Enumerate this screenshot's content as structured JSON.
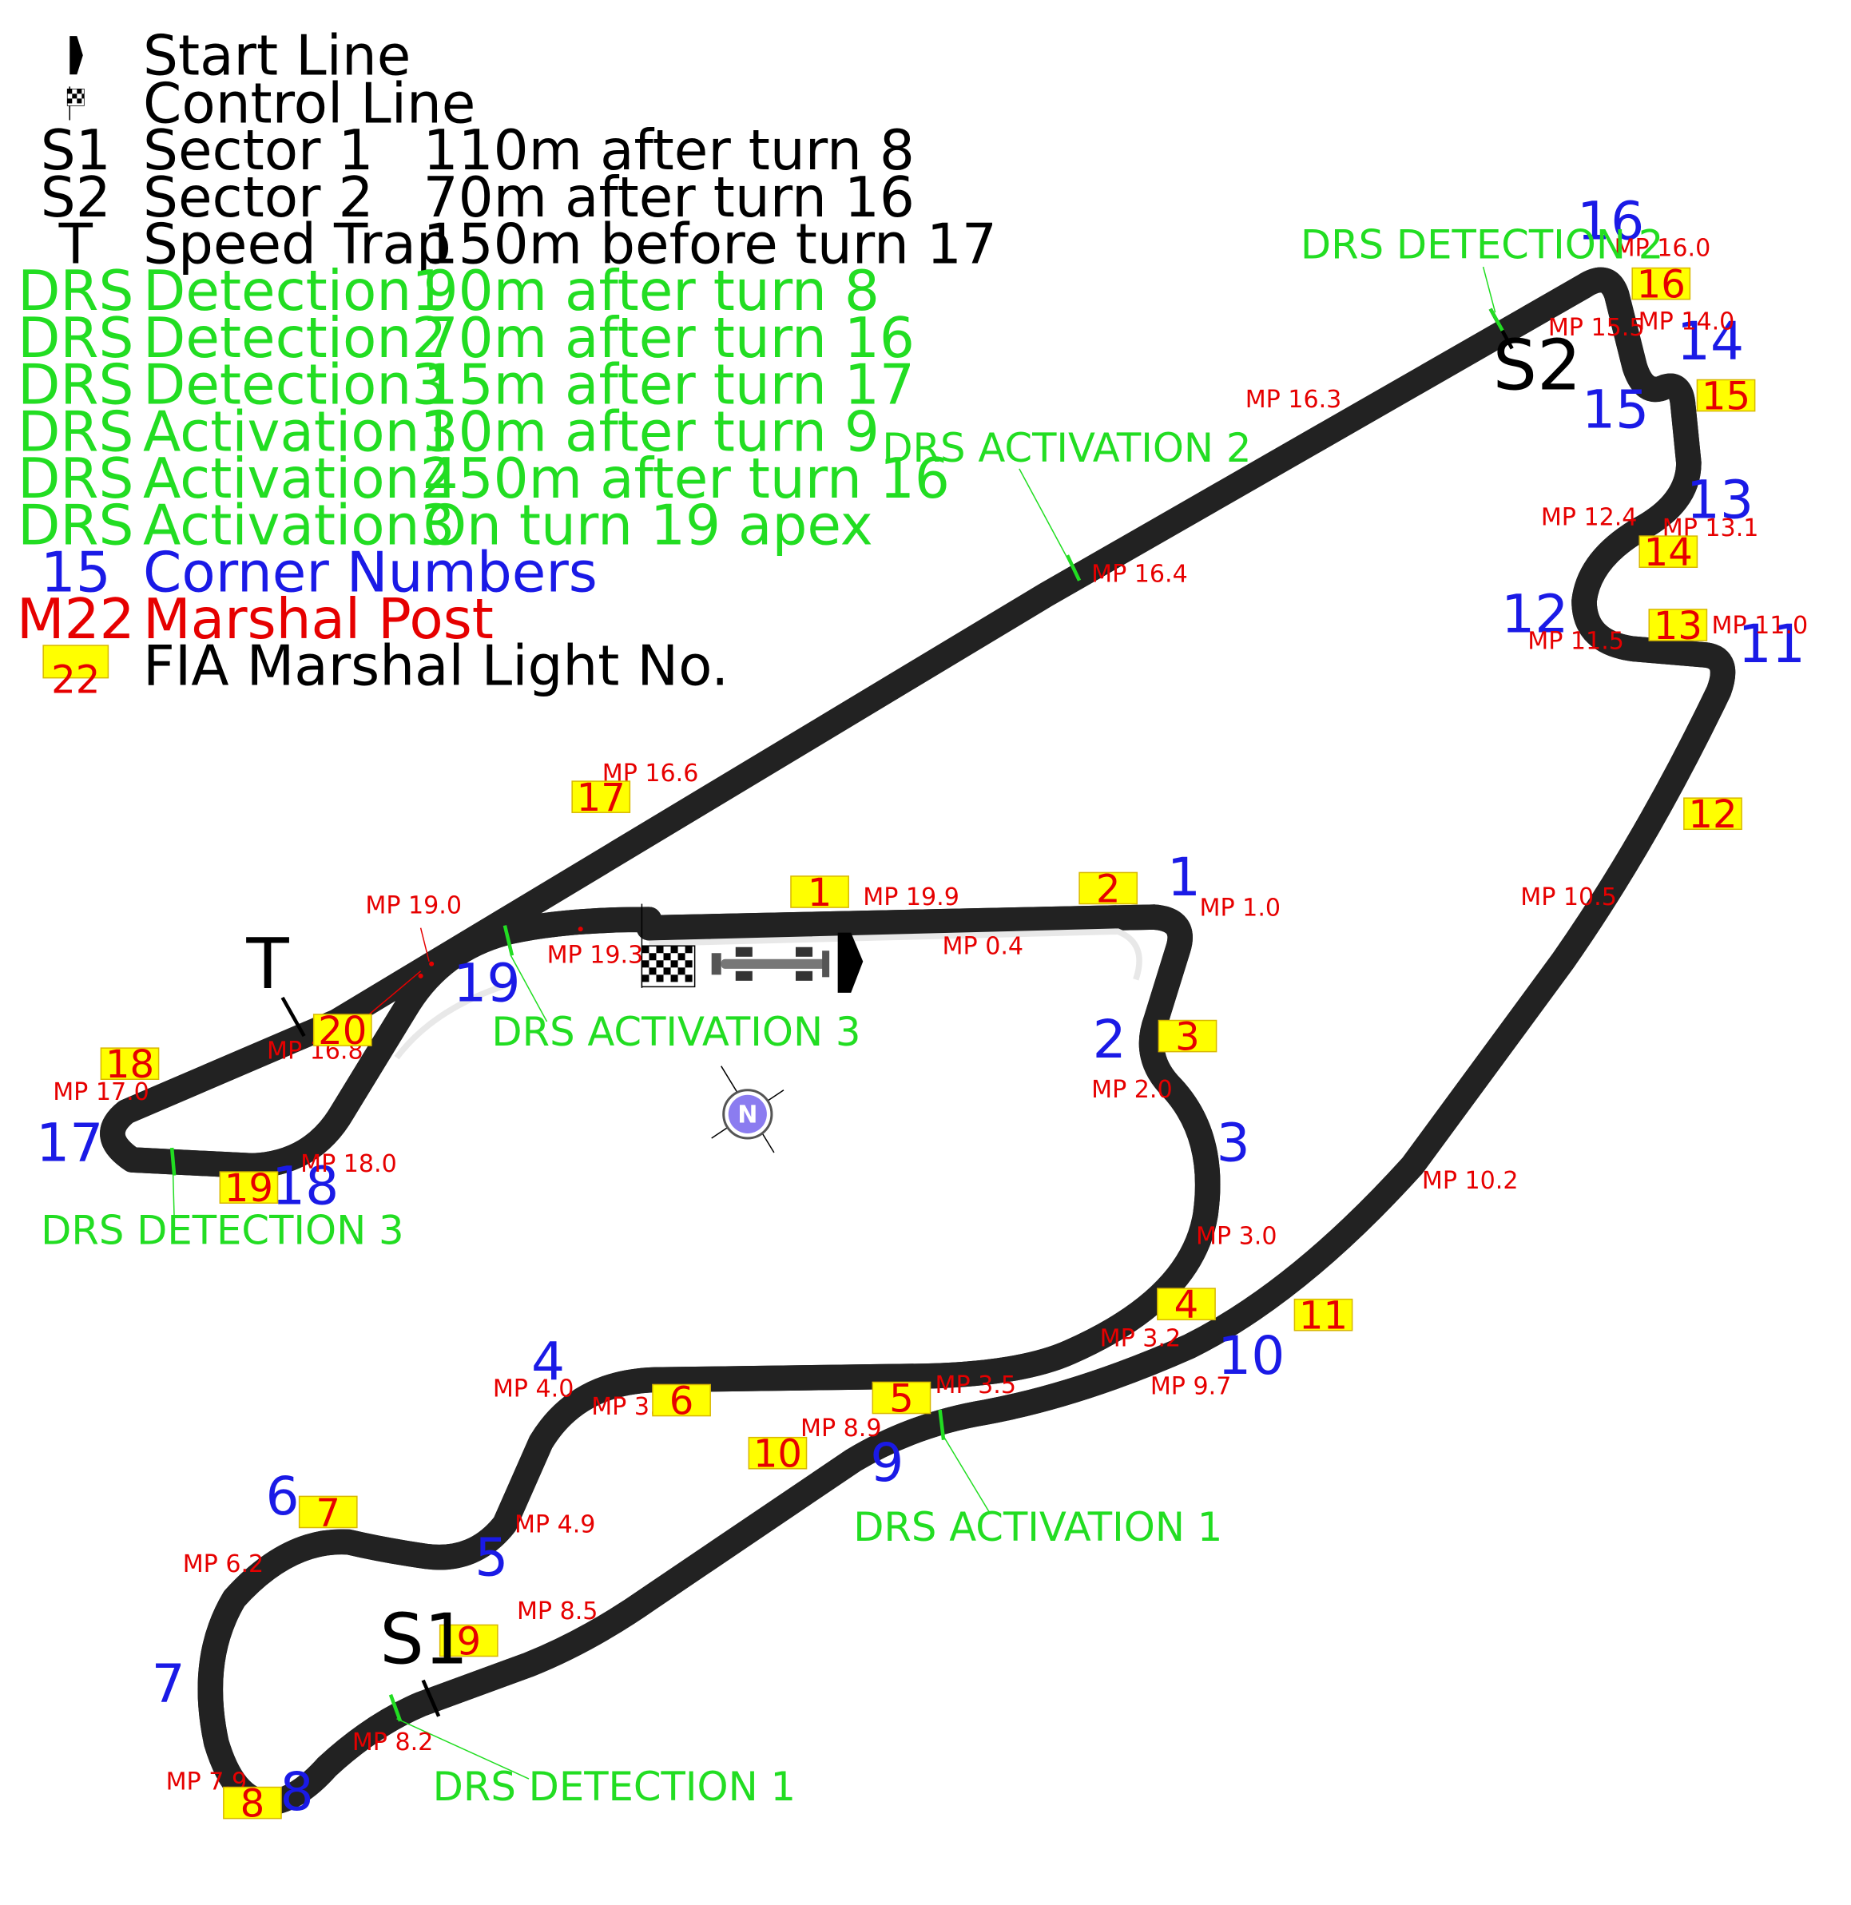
{
  "colors": {
    "legend_text": "#000000",
    "drs": "#22dd22",
    "corner": "#1a1ae6",
    "marshal_post": "#e60000",
    "light_fill": "#ffff00",
    "track_fill": "#d7d7d7",
    "track_edge": "#222222"
  },
  "legend": [
    {
      "key": "",
      "key_icon": "start-line-icon",
      "label": "Start Line",
      "detail": "",
      "color": "#000000"
    },
    {
      "key": "",
      "key_icon": "control-line-icon",
      "label": "Control Line",
      "detail": "",
      "color": "#000000"
    },
    {
      "key": "S1",
      "label": "Sector 1",
      "detail": "110m after turn  8",
      "color": "#000000"
    },
    {
      "key": "S2",
      "label": "Sector 2",
      "detail": "70m after turn 16",
      "color": "#000000"
    },
    {
      "key": "T",
      "label": "Speed Trap",
      "detail": "150m before turn 17",
      "color": "#000000"
    },
    {
      "key": "DRS",
      "label": "Detection1",
      "detail": "90m after turn 8",
      "color": "#22dd22"
    },
    {
      "key": "DRS",
      "label": "Detection2",
      "detail": "70m after turn 16",
      "color": "#22dd22"
    },
    {
      "key": "DRS",
      "label": "Detection3",
      "detail": "15m after turn 17",
      "color": "#22dd22"
    },
    {
      "key": "DRS",
      "label": "Activation1",
      "detail": "30m after turn 9",
      "color": "#22dd22"
    },
    {
      "key": "DRS",
      "label": "Activation2",
      "detail": "450m after turn 16",
      "color": "#22dd22"
    },
    {
      "key": "DRS",
      "label": "Activation3",
      "detail": "On turn 19 apex",
      "color": "#22dd22"
    },
    {
      "key": "15",
      "label": "Corner Numbers",
      "detail": "",
      "color": "#1a1ae6"
    },
    {
      "key": "M22",
      "label": "Marshal Post",
      "detail": "",
      "color": "#e60000"
    },
    {
      "key": "22",
      "key_icon": "light-box",
      "label": "FIA Marshal Light No.",
      "detail": "",
      "color": "#000000"
    }
  ],
  "corners": [
    "1",
    "2",
    "3",
    "4",
    "5",
    "6",
    "7",
    "8",
    "9",
    "10",
    "11",
    "12",
    "13",
    "14",
    "15",
    "16",
    "17",
    "18",
    "19"
  ],
  "marshal_posts": [
    "MP 1.0",
    "MP 2.0",
    "MP 3.0",
    "MP 3.2",
    "MP 3.5",
    "MP 3.9",
    "MP 4.0",
    "MP 4.9",
    "MP 6.2",
    "MP 7.9",
    "MP 8.2",
    "MP 8.5",
    "MP 8.9",
    "MP 9.7",
    "MP 10.2",
    "MP 10.5",
    "MP 11.0",
    "MP 11.5",
    "MP 12.4",
    "MP 13.1",
    "MP 14.0",
    "MP 15.5",
    "MP 16.0",
    "MP 16.3",
    "MP 16.4",
    "MP 16.6",
    "MP 16.8",
    "MP 17.0",
    "MP 18.0",
    "MP 19.0",
    "MP 19.3",
    "MP 19.9",
    "MP 0.4"
  ],
  "marshal_lights": [
    "1",
    "2",
    "3",
    "4",
    "5",
    "6",
    "7",
    "8",
    "9",
    "10",
    "11",
    "12",
    "13",
    "14",
    "15",
    "16",
    "17",
    "18",
    "19",
    "20"
  ],
  "drs_labels": [
    "DRS DETECTION 1",
    "DRS DETECTION 2",
    "DRS DETECTION 3",
    "DRS ACTIVATION 1",
    "DRS ACTIVATION 2",
    "DRS ACTIVATION 3"
  ],
  "sectors": {
    "s1": "S1",
    "s2": "S2",
    "trap": "T"
  },
  "compass": "N"
}
